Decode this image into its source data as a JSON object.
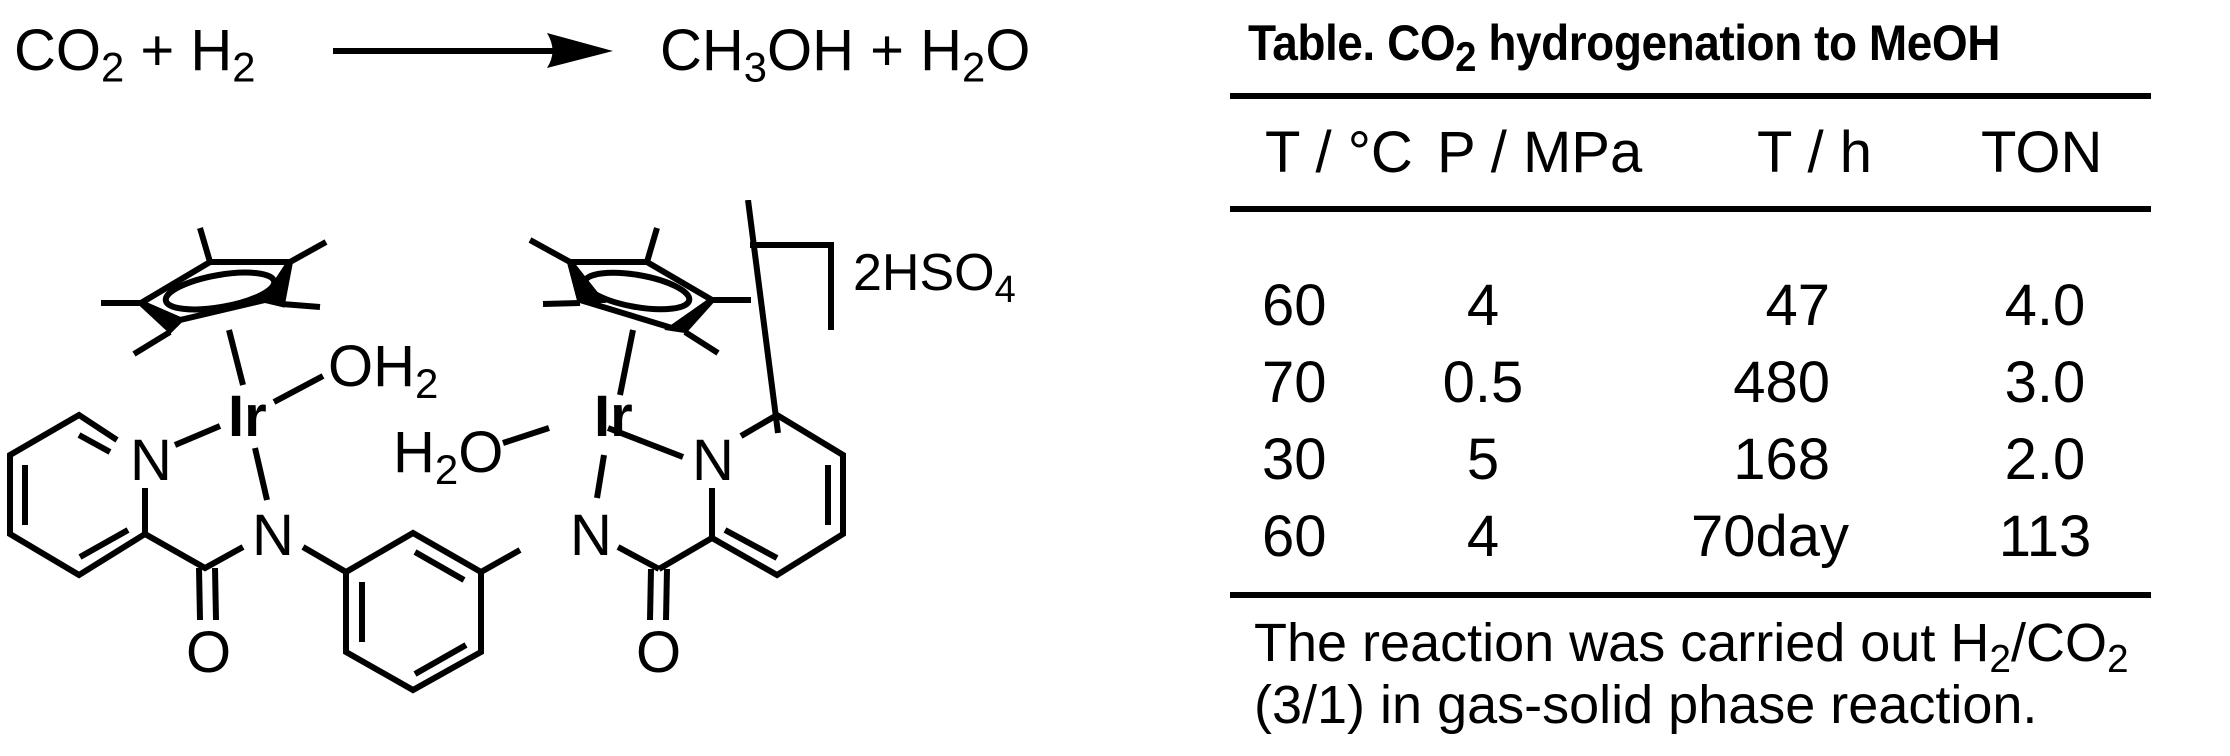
{
  "reaction": {
    "reactant1": "CO",
    "reactant1_sub": "2",
    "plus1": "+",
    "reactant2": "H",
    "reactant2_sub": "2",
    "product1_a": "CH",
    "product1_sub": "3",
    "product1_b": "OH",
    "plus2": "+",
    "product2_a": "H",
    "product2_sub": "2",
    "product2_b": "O",
    "arrow": "reaction-arrow"
  },
  "structure": {
    "metal_left": "Ir",
    "metal_right": "Ir",
    "ligand_left": "OH2",
    "ligand_right": "H2O",
    "counterion": "2HSO4",
    "atoms": {
      "n_pyridine_left": "N",
      "n_amide_left": "N",
      "o_carbonyl_left": "O",
      "n_pyridine_right": "N",
      "n_amide_right": "N",
      "o_carbonyl_right": "O"
    }
  },
  "table": {
    "title_prefix": "Table. CO",
    "title_sub": "2",
    "title_suffix": " hydrogenation to MeOH",
    "headers": [
      "T / °C",
      "P / MPa",
      "T / h",
      "TON"
    ],
    "rows": [
      [
        "60",
        "4",
        "47",
        "4.0"
      ],
      [
        "70",
        "0.5",
        "480",
        "3.0"
      ],
      [
        "30",
        "5",
        "168",
        "2.0"
      ],
      [
        "60",
        "4",
        "70day",
        "113"
      ]
    ],
    "footnote_line1_a": "The reaction was carried out H",
    "footnote_line1_sub1": "2",
    "footnote_line1_b": "/CO",
    "footnote_line1_sub2": "2",
    "footnote_line2": "(3/1) in gas-solid phase reaction."
  }
}
